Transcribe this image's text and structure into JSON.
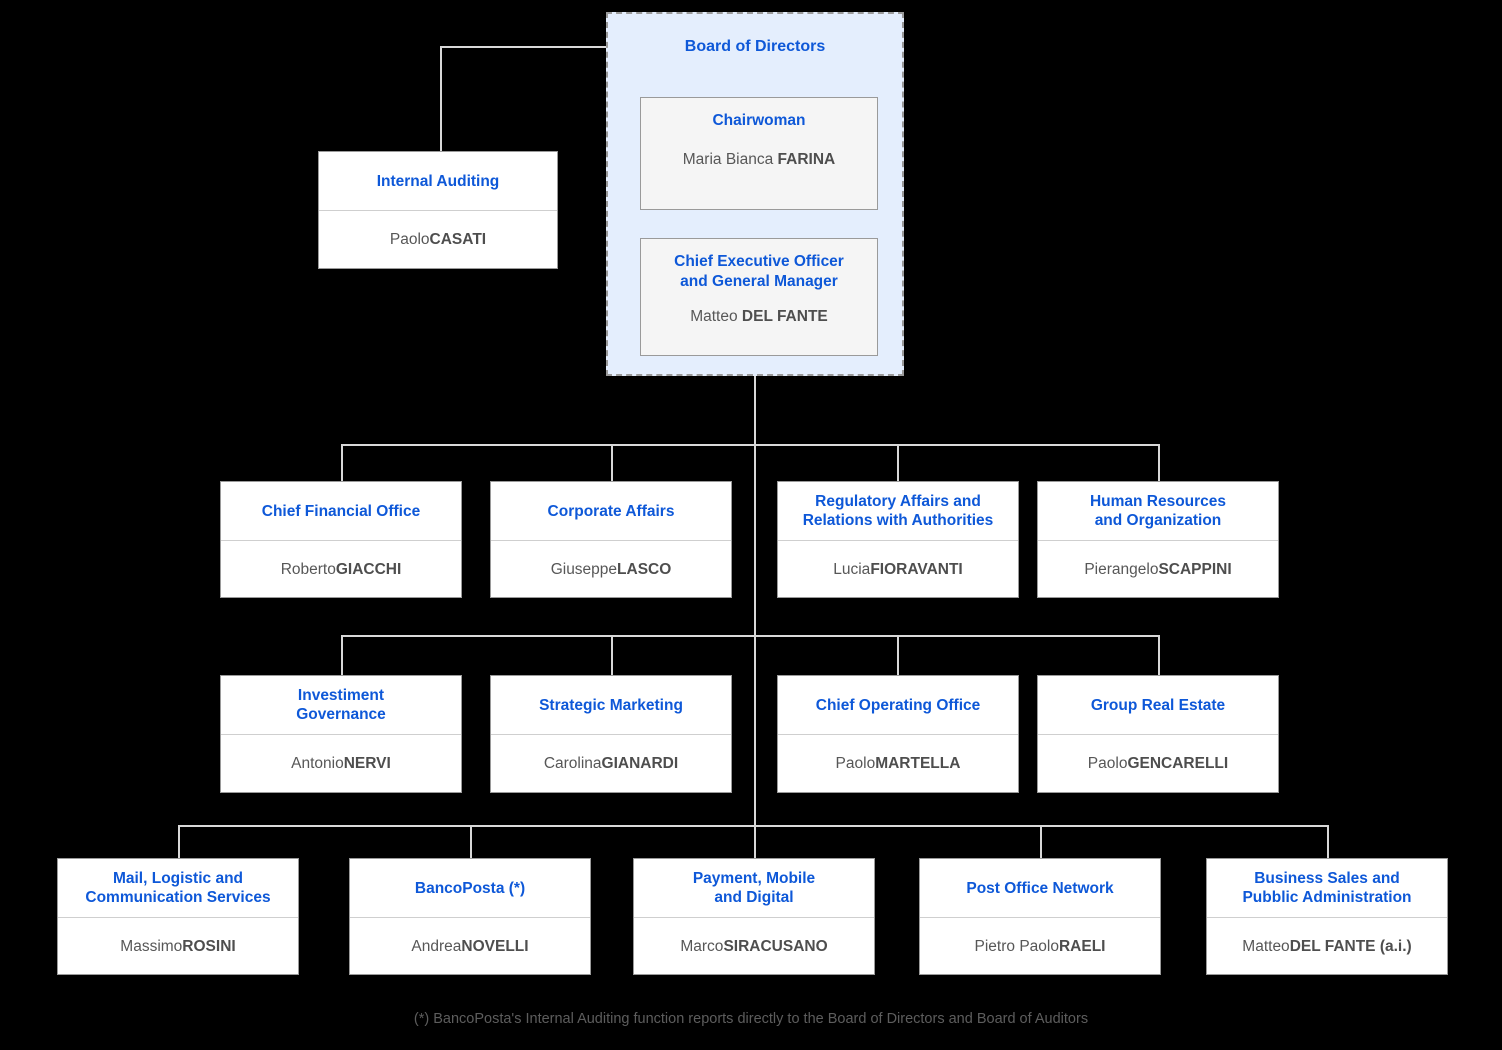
{
  "board": {
    "title": "Board of Directors",
    "members": [
      {
        "role": "Chairwoman",
        "first": "Maria Bianca ",
        "last": "FARINA"
      },
      {
        "role": "Chief Executive Officer\nand General Manager",
        "first": "Matteo ",
        "last": "DEL FANTE"
      }
    ]
  },
  "audit": {
    "title": "Internal Auditing",
    "first": "Paolo ",
    "last": "CASATI"
  },
  "row1": [
    {
      "title": "Chief Financial Office",
      "first": "Roberto ",
      "last": "GIACCHI"
    },
    {
      "title": "Corporate Affairs",
      "first": "Giuseppe ",
      "last": "LASCO"
    },
    {
      "title": "Regulatory Affairs and\nRelations with Authorities",
      "first": "Lucia ",
      "last": "FIORAVANTI"
    },
    {
      "title": "Human Resources\nand Organization",
      "first": "Pierangelo ",
      "last": "SCAPPINI"
    }
  ],
  "row2": [
    {
      "title": "Investiment\nGovernance",
      "first": "Antonio ",
      "last": "NERVI"
    },
    {
      "title": "Strategic Marketing",
      "first": "Carolina ",
      "last": "GIANARDI"
    },
    {
      "title": "Chief Operating Office",
      "first": "Paolo ",
      "last": "MARTELLA"
    },
    {
      "title": "Group Real Estate",
      "first": "Paolo ",
      "last": "GENCARELLI"
    }
  ],
  "row3": [
    {
      "title": "Mail, Logistic and\nCommunication Services",
      "first": "Massimo ",
      "last": "ROSINI"
    },
    {
      "title": "BancoPosta (*)",
      "first": "Andrea ",
      "last": "NOVELLI"
    },
    {
      "title": "Payment, Mobile\nand Digital",
      "first": "Marco ",
      "last": "SIRACUSANO"
    },
    {
      "title": "Post Office Network",
      "first": "Pietro Paolo ",
      "last": "RAELI"
    },
    {
      "title": "Business Sales and\nPubblic Administration",
      "first": "Matteo ",
      "last": "DEL FANTE (a.i.)"
    }
  ],
  "footnote": "(*) BancoPosta's Internal Auditing function reports directly to the Board of Directors and Board of Auditors",
  "colors": {
    "title_blue": "#0e58d8",
    "name_gray": "#575757",
    "board_bg": "#e4eefd",
    "card_bg": "#f5f5f5",
    "line": "#d8d8d8",
    "background": "#000000"
  }
}
